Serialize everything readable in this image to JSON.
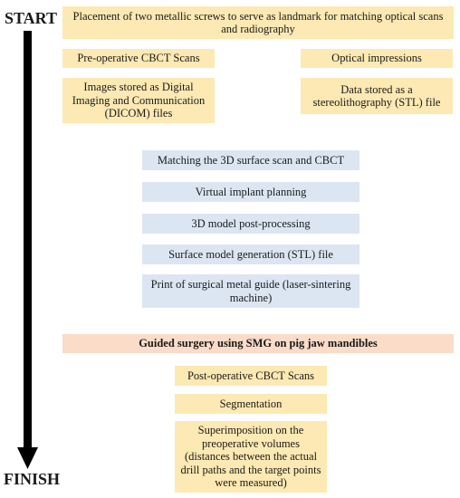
{
  "labels": {
    "start": "START",
    "finish": "FINISH"
  },
  "steps": {
    "placement": "Placement of two metallic screws to serve as landmark for matching optical scans and radiography",
    "preop_cbct": "Pre-operative CBCT Scans",
    "optical": "Optical impressions",
    "dicom": "Images stored as Digital Imaging and Communication (DICOM) files",
    "stl_data": "Data stored as a stereolithography (STL) file",
    "matching": "Matching the 3D surface scan and CBCT",
    "virtual": "Virtual implant planning",
    "postproc": "3D model post-processing",
    "surface": "Surface model generation (STL) file",
    "print": "Print of surgical metal guide (laser-sintering machine)",
    "guided": "Guided surgery using SMG on pig jaw mandibles",
    "postop_cbct": "Post-operative CBCT Scans",
    "segmentation": "Segmentation",
    "superimposition": "Superimposition on the preoperative volumes (distances between the actual drill paths and the target points were measured)"
  },
  "colors": {
    "yellow": "#fde9b3",
    "blue": "#dce6f2",
    "salmon": "#fbdcc8",
    "arrow": "#000000"
  }
}
